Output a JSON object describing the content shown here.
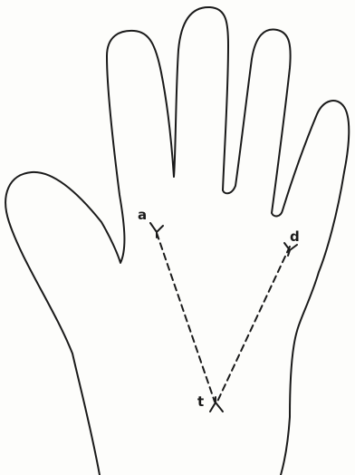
{
  "labels": {
    "left_point": "a",
    "right_point": "d",
    "bottom_point": "t"
  },
  "colors": {
    "ink": "#1a1a1a",
    "paper": "#fdfdfb"
  }
}
